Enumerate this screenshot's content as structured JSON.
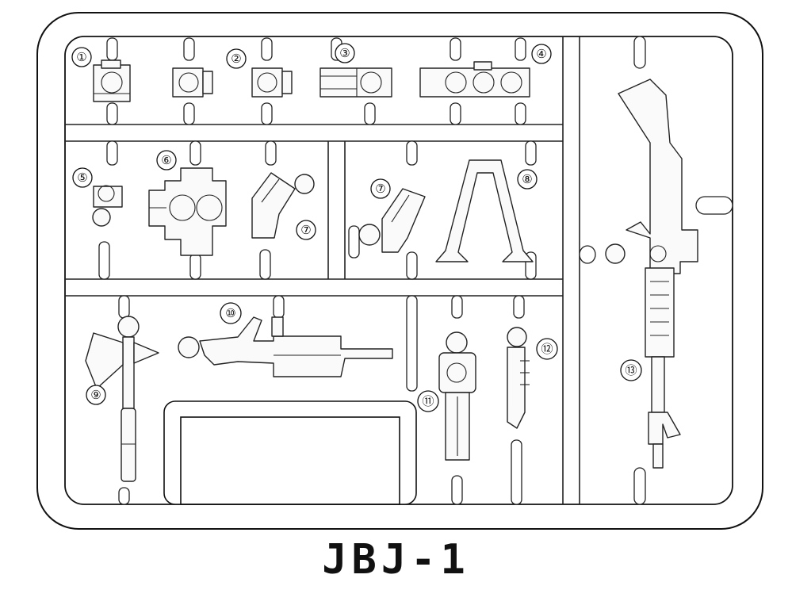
{
  "caption": "JBJ-1",
  "callouts": [
    "①",
    "②",
    "③",
    "④",
    "⑤",
    "⑥",
    "⑦",
    "⑦",
    "⑧",
    "⑨",
    "⑩",
    "⑪",
    "⑫",
    "⑬"
  ]
}
